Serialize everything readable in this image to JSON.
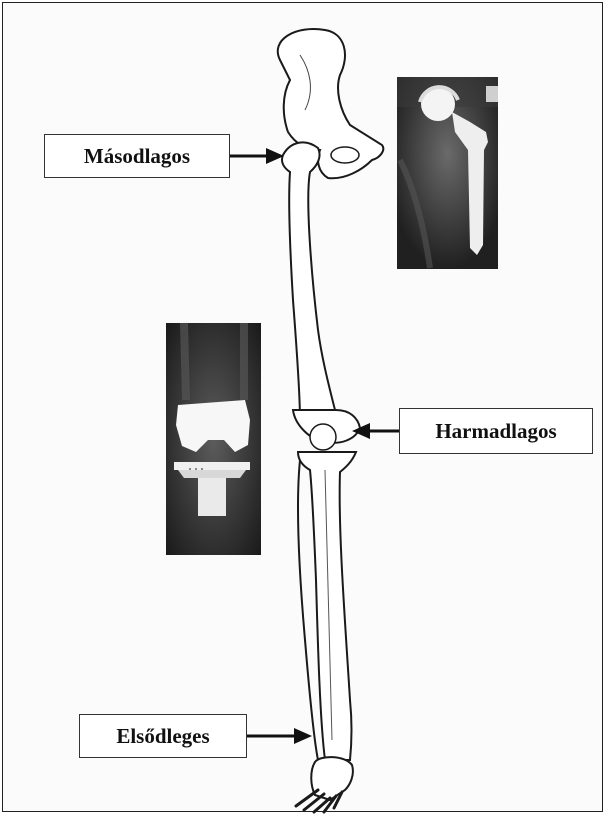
{
  "labels": {
    "hip": "Másodlagos",
    "knee": "Harmadlagos",
    "primary": "Elsődleges"
  },
  "colors": {
    "bone_fill": "#ffffff",
    "bone_stroke": "#1a1a1a",
    "xray_bg": "#2a2a2a",
    "implant": "#f2f2f2"
  },
  "icons": {
    "hip_xray": "hip-implant-xray-image",
    "knee_xray": "knee-implant-xray-image",
    "skeleton": "leg-skeleton-illustration"
  }
}
